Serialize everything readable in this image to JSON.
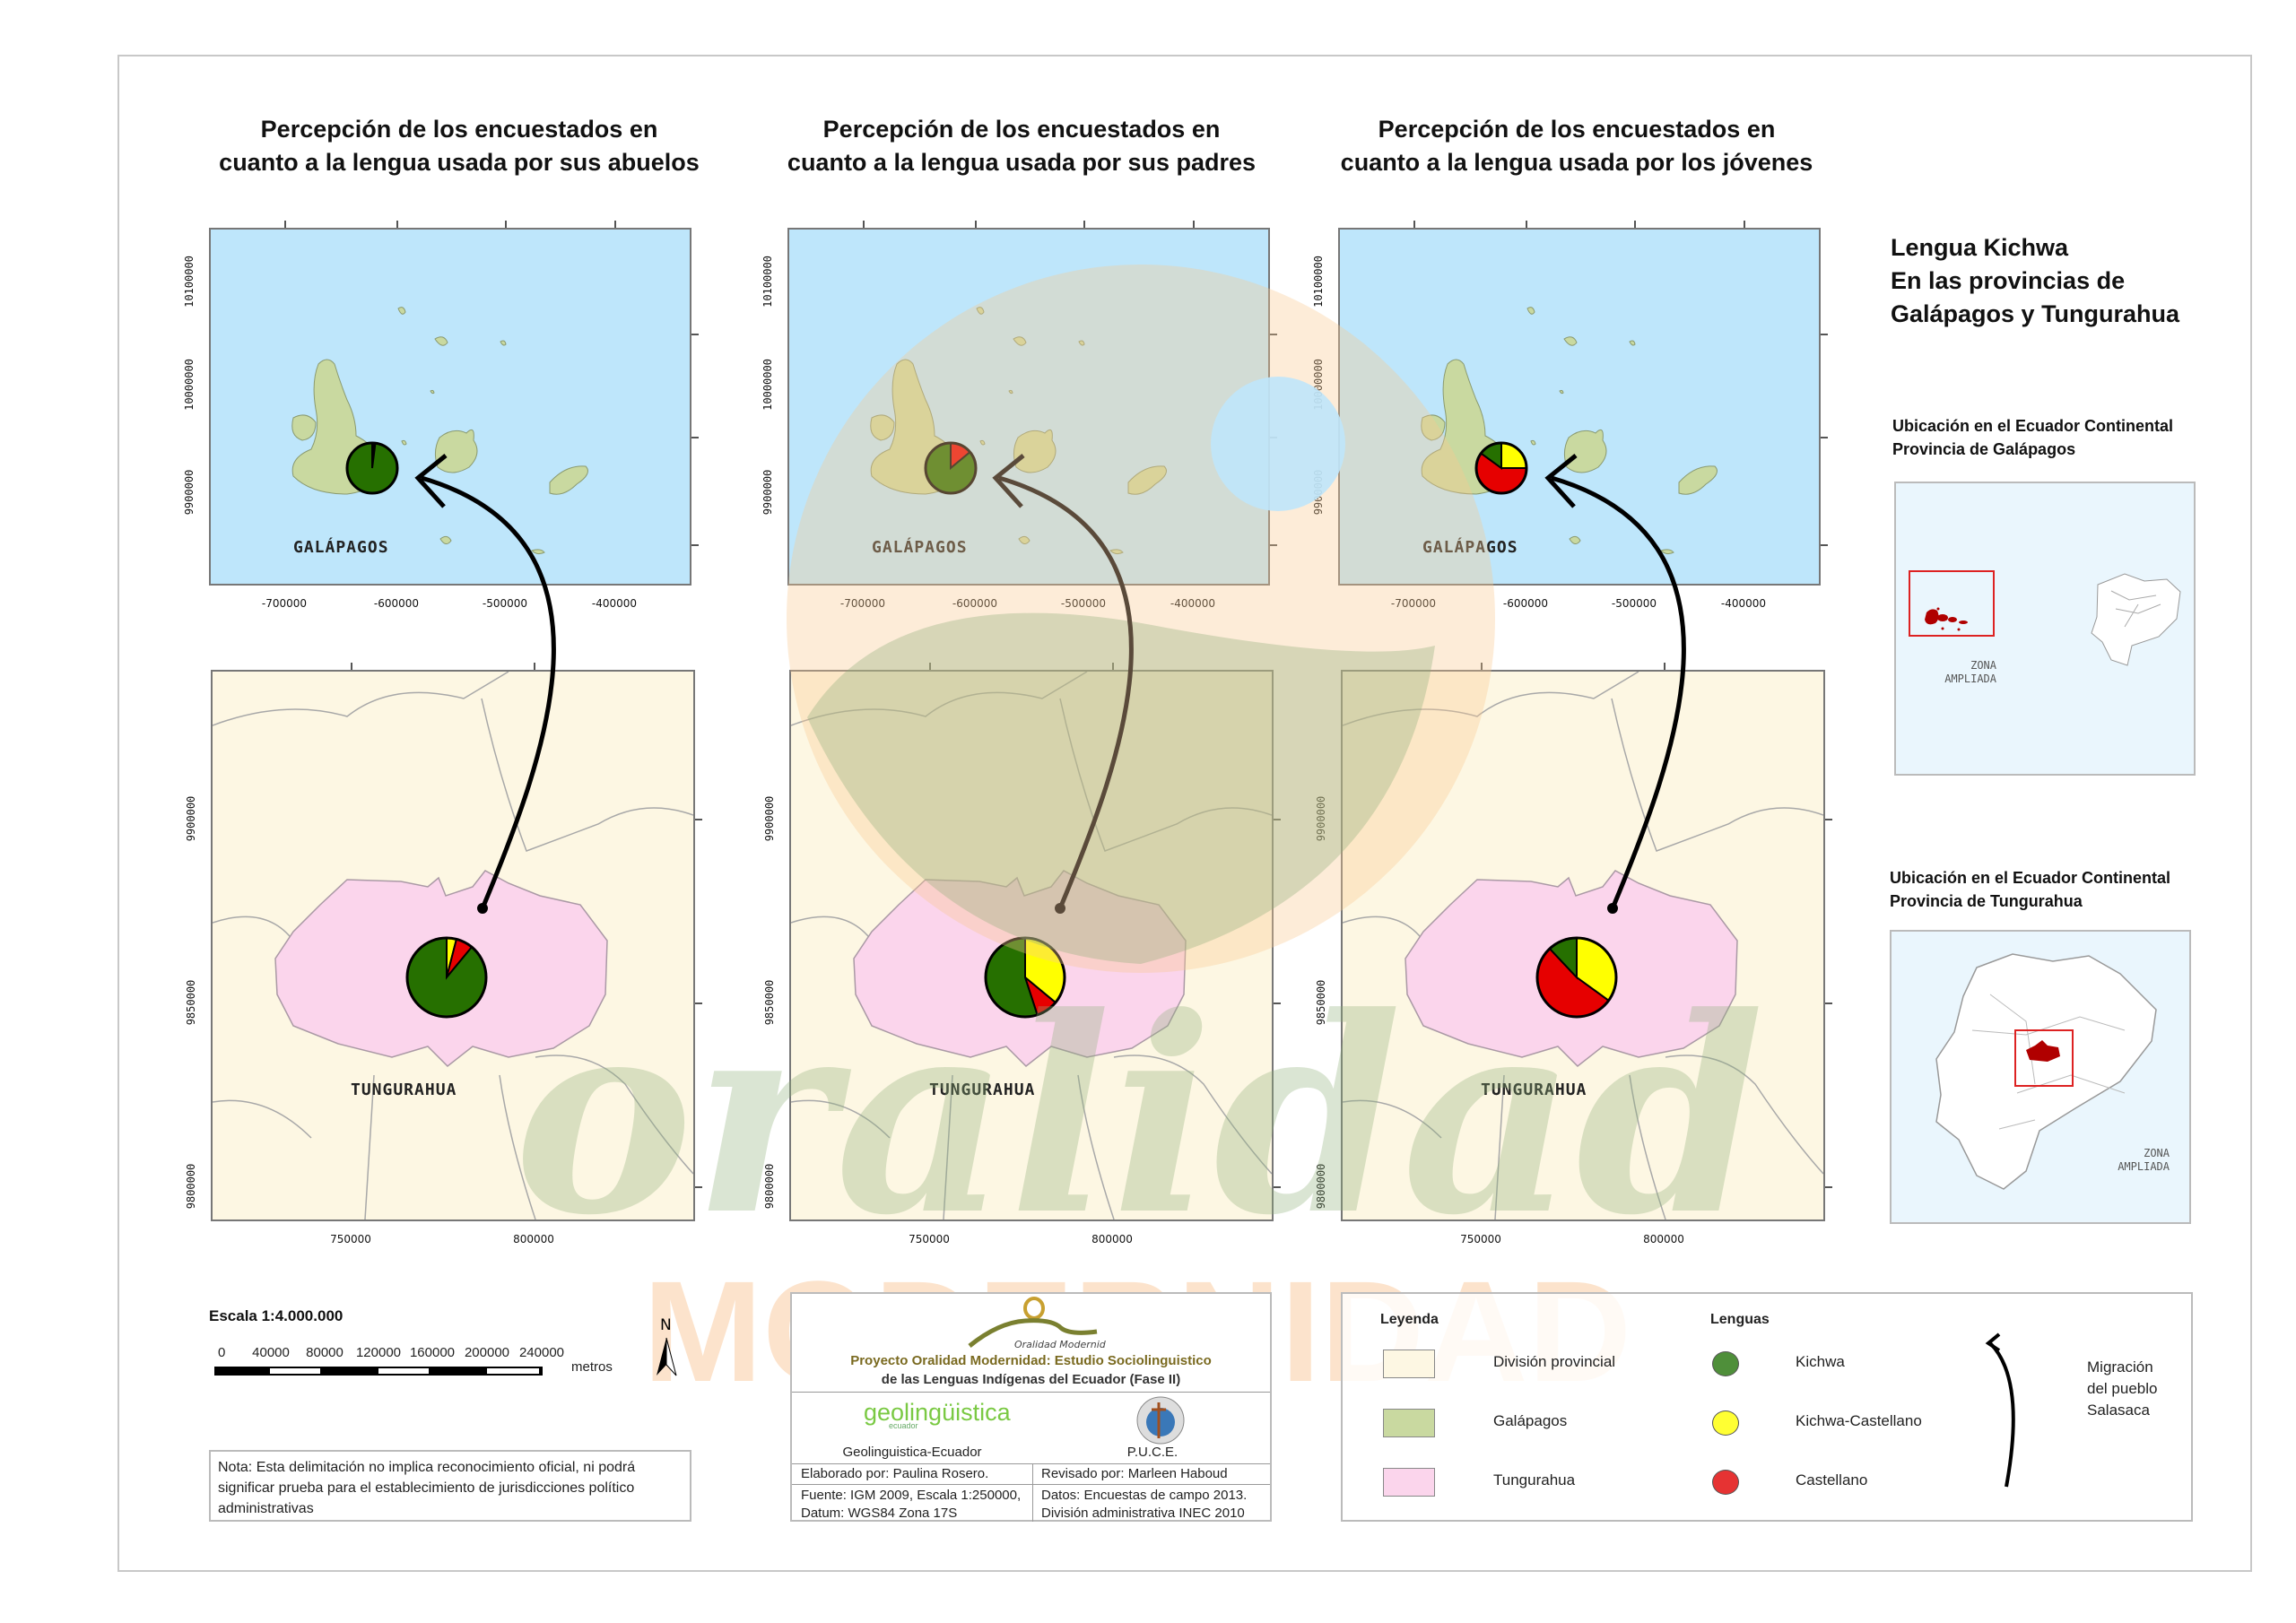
{
  "columns": [
    {
      "title_l1": "Percepción de los encuestados en",
      "title_l2": "cuanto a la lengua usada por sus abuelos"
    },
    {
      "title_l1": "Percepción de los encuestados en",
      "title_l2": "cuanto a la lengua usada por sus padres"
    },
    {
      "title_l1": "Percepción de los encuestados en",
      "title_l2": "cuanto a la lengua usada por los jóvenes"
    }
  ],
  "galapagos_map": {
    "label": "GALÁPAGOS",
    "x_ticks": [
      "-700000",
      "-600000",
      "-500000",
      "-400000"
    ],
    "y_ticks": [
      "10100000",
      "10000000",
      "9900000"
    ]
  },
  "tungurahua_map": {
    "label": "TUNGURAHUA",
    "x_ticks": [
      "750000",
      "800000"
    ],
    "y_ticks": [
      "9900000",
      "9850000",
      "9800000"
    ]
  },
  "side": {
    "title_l1": "Lengua Kichwa",
    "title_l2": "En las provincias de",
    "title_l3": "Galápagos y Tungurahua",
    "loc1_l1": "Ubicación en el Ecuador Continental",
    "loc1_l2": "Provincia de Galápagos",
    "loc2_l1": "Ubicación en el Ecuador Continental",
    "loc2_l2": "Provincia de Tungurahua",
    "zona_l1": "ZONA",
    "zona_l2": "AMPLIADA"
  },
  "scale": {
    "title": "Escala 1:4.000.000",
    "ticks": [
      "0",
      "40000",
      "80000",
      "120000",
      "160000",
      "200000",
      "240000"
    ],
    "unit": "metros",
    "north": "N"
  },
  "note": "Nota: Esta delimitación no implica reconocimiento oficial, ni podrá significar prueba para el establecimiento de jurisdicciones político administrativas",
  "credits": {
    "logo_text": "Oralidad Modernidad",
    "project_l1": "Proyecto Oralidad Modernidad: Estudio Sociolinguistico",
    "project_l2": "de las Lenguas Indígenas del Ecuador  (Fase II)",
    "geo_logo": "geolingüistica",
    "geo_logo_sub": "ecuador",
    "org1": "Geolinguistica-Ecuador",
    "org2": "P.U.C.E.",
    "elaborado": "Elaborado por: Paulina Rosero.",
    "revisado": "Revisado por: Marleen Haboud",
    "fuente_l1": "Fuente: IGM 2009, Escala 1:250000,",
    "fuente_l2": "Datum: WGS84 Zona 17S",
    "datos_l1": "Datos: Encuestas de campo 2013.",
    "datos_l2": "División administrativa INEC 2010"
  },
  "legend": {
    "title": "Leyenda",
    "items": [
      {
        "label": "División provincial",
        "color": "#fdf7e3"
      },
      {
        "label": "Galápagos",
        "color": "#c9d9a0"
      },
      {
        "label": "Tungurahua",
        "color": "#fbd5ec"
      }
    ],
    "lang_title": "Lenguas",
    "langs": [
      {
        "label": "Kichwa",
        "color": "#4f8f3a"
      },
      {
        "label": "Kichwa-Castellano",
        "color": "#ffff33"
      },
      {
        "label": "Castellano",
        "color": "#e63333"
      }
    ],
    "migration_l1": "Migración",
    "migration_l2": "del pueblo",
    "migration_l3": "Salasaca"
  },
  "watermark": {
    "word1": "oralidad",
    "word2": "MODERNIDAD"
  },
  "chart_data": {
    "type": "pie",
    "categories": [
      "Kichwa-Castellano",
      "Castellano",
      "Kichwa"
    ],
    "colors": [
      "#ffff00",
      "#e60000",
      "#267000"
    ],
    "units": "percent (estimated)",
    "pies": [
      {
        "province": "Galápagos",
        "group": "abuelos",
        "values": [
          1,
          1,
          98
        ]
      },
      {
        "province": "Galápagos",
        "group": "padres",
        "values": [
          0,
          14,
          86
        ]
      },
      {
        "province": "Galápagos",
        "group": "jóvenes",
        "values": [
          25,
          60,
          15
        ]
      },
      {
        "province": "Tungurahua",
        "group": "abuelos",
        "values": [
          4,
          7,
          89
        ]
      },
      {
        "province": "Tungurahua",
        "group": "padres",
        "values": [
          36,
          9,
          55
        ]
      },
      {
        "province": "Tungurahua",
        "group": "jóvenes",
        "values": [
          35,
          53,
          12
        ]
      }
    ]
  }
}
